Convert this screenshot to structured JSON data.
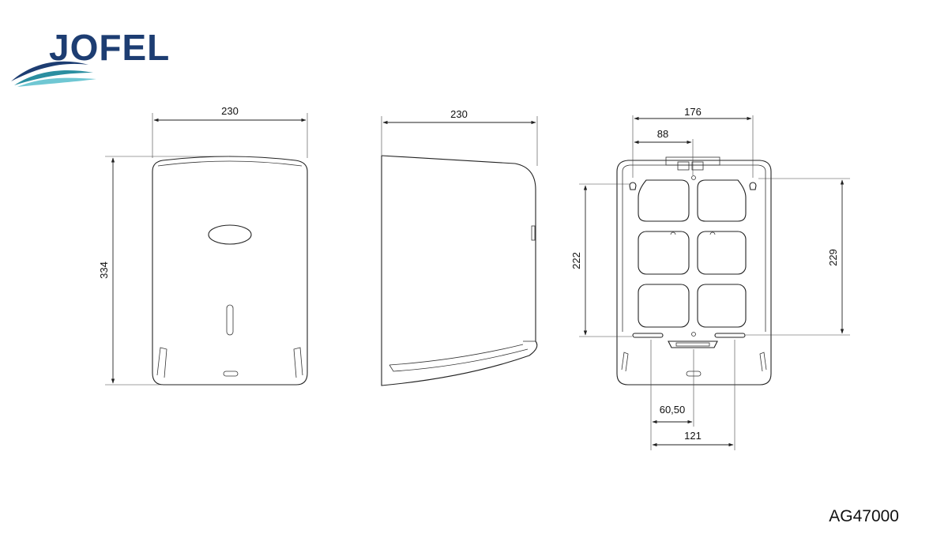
{
  "brand": {
    "name": "JOFEL",
    "colors": {
      "navy": "#1d3d72",
      "teal": "#2a8ea0",
      "aqua": "#6fc7d3"
    }
  },
  "product_code": "AG47000",
  "front_view": {
    "width": "230",
    "height": "334"
  },
  "side_view": {
    "depth": "230"
  },
  "back_view": {
    "width": "176",
    "half_width": "88",
    "left_height": "222",
    "right_height": "229",
    "slot_offset": "60,50",
    "slot_spacing": "121"
  }
}
